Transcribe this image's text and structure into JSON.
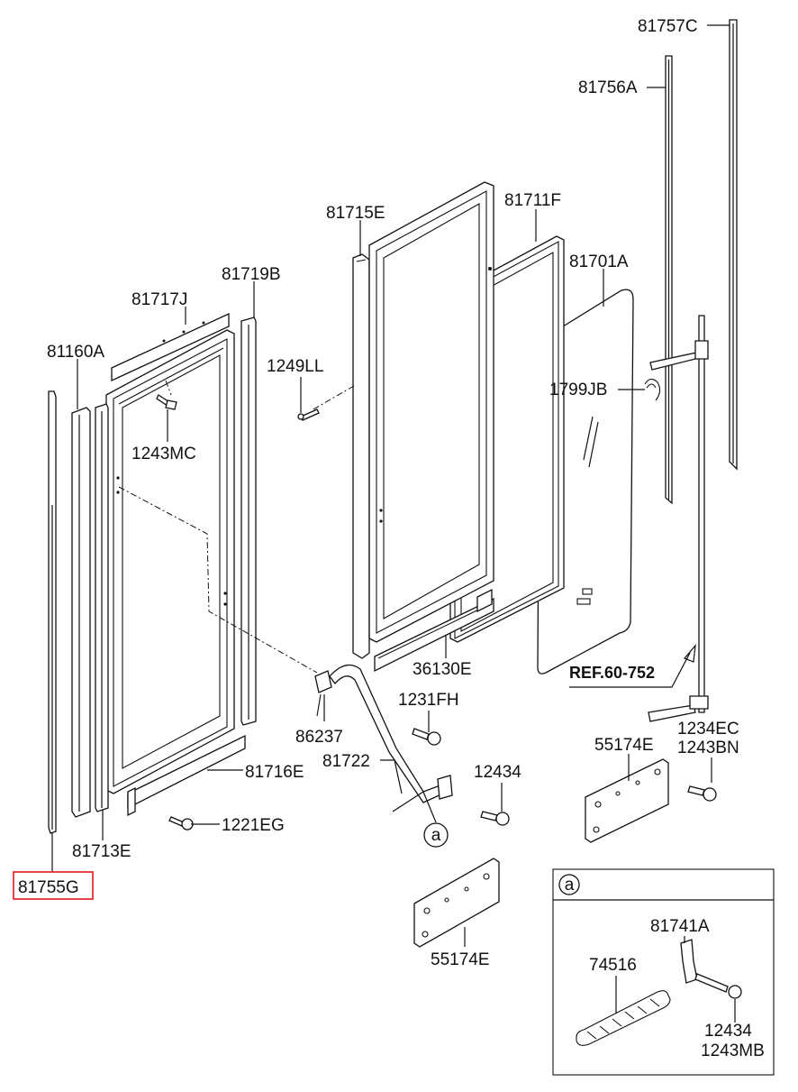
{
  "labels": {
    "p81757C": "81757C",
    "p81756A": "81756A",
    "p81711F": "81711F",
    "p81715E": "81715E",
    "p81701A": "81701A",
    "p81719B": "81719B",
    "p81717J": "81717J",
    "p81160A": "81160A",
    "p1249LL": "1249LL",
    "p1799JB": "1799JB",
    "p1243MC": "1243MC",
    "p36130E": "36130E",
    "pREF": "REF.60-752",
    "p1231FH": "1231FH",
    "p86237": "86237",
    "p81722": "81722",
    "p81716E": "81716E",
    "p1234EC": "1234EC",
    "p1243BN": "1243BN",
    "p55174E_right": "55174E",
    "p12434": "12434",
    "p1221EG": "1221EG",
    "p81713E": "81713E",
    "p81755G": "81755G",
    "p55174E_bottom": "55174E",
    "callout_a": "a",
    "detail_a": "a",
    "p81741A": "81741A",
    "p74516": "74516",
    "p12434_detail": "12434",
    "p1243MB": "1243MB"
  },
  "highlight": {
    "part": "81755G",
    "color": "#e0181e"
  }
}
